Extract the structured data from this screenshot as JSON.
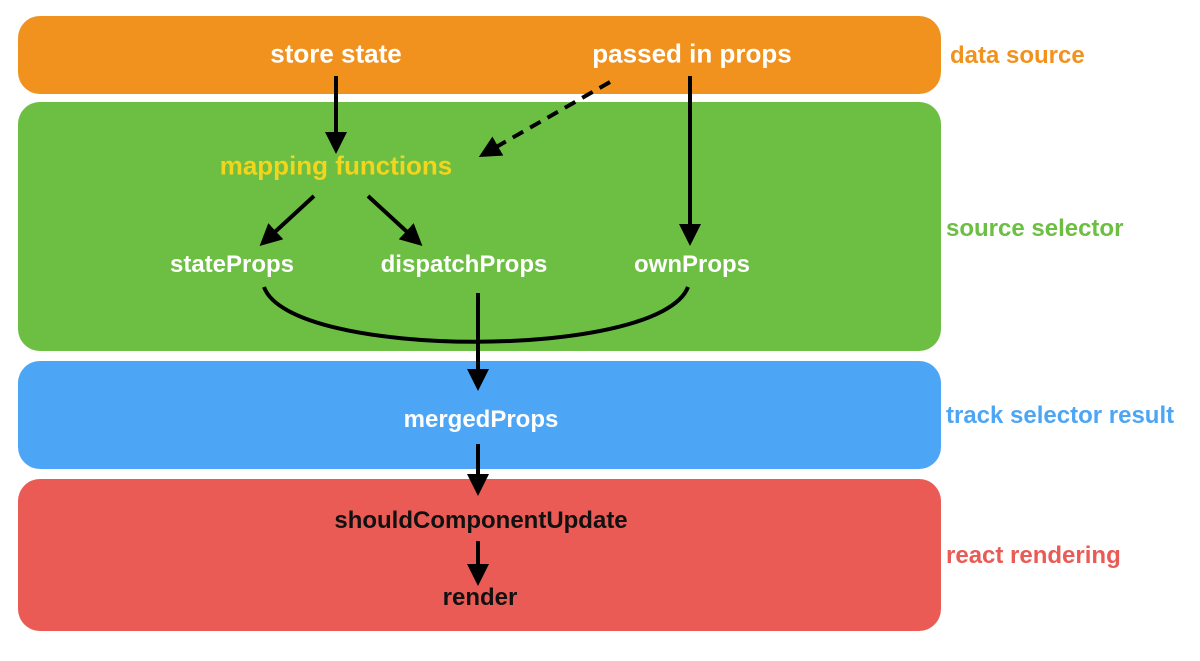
{
  "colors": {
    "data_source": "#F2921E",
    "source_selector": "#6DBF43",
    "track_selector_result": "#4DA6F5",
    "react_rendering": "#EB5B56",
    "mapping_functions_text": "#F2D51C"
  },
  "nodes": {
    "store_state": "store state",
    "passed_in_props": "passed in props",
    "mapping_functions": "mapping functions",
    "state_props": "stateProps",
    "dispatch_props": "dispatchProps",
    "own_props": "ownProps",
    "merged_props": "mergedProps",
    "should_component_update": "shouldComponentUpdate",
    "render": "render"
  },
  "stages": {
    "data_source": "data source",
    "source_selector": "source selector",
    "track_selector_result": "track selector result",
    "react_rendering": "react rendering"
  }
}
